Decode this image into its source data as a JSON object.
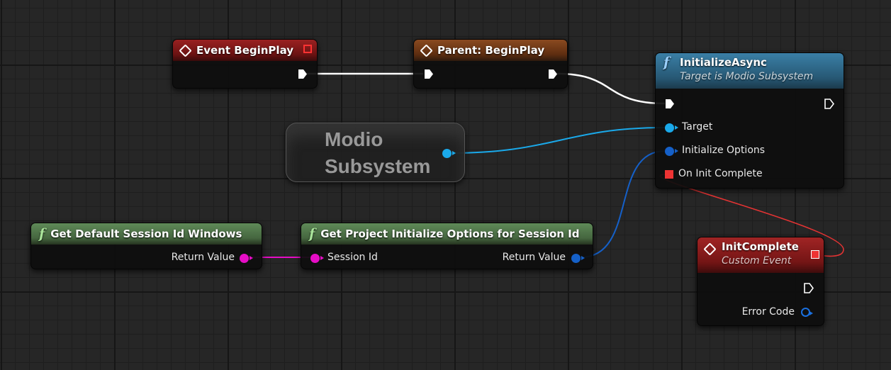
{
  "nodes": {
    "event_begin_play": {
      "title": "Event BeginPlay"
    },
    "parent_begin_play": {
      "title": "Parent: BeginPlay"
    },
    "initialize_async": {
      "title": "InitializeAsync",
      "subtitle": "Target is Modio Subsystem",
      "pins": {
        "target": "Target",
        "initialize_options": "Initialize Options",
        "on_init_complete": "On Init Complete"
      }
    },
    "modio_subsystem": {
      "line1": "Modio",
      "line2": "Subsystem"
    },
    "get_default_session": {
      "title": "Get Default Session Id Windows",
      "return_value": "Return Value"
    },
    "get_project_options": {
      "title": "Get Project Initialize Options for Session Id",
      "session_id": "Session Id",
      "return_value": "Return Value"
    },
    "init_complete": {
      "title": "InitComplete",
      "subtitle": "Custom Event",
      "error_code": "Error Code"
    }
  },
  "colors": {
    "exec_wire": "#ffffff",
    "object_wire": "#1aa9ea",
    "struct_wire": "#1560c8",
    "string_wire": "#e60dc5",
    "delegate_wire": "#e33333"
  },
  "icons": {
    "event": "event-diamond-icon",
    "function": "function-f-icon",
    "exec": "exec-arrow-icon"
  }
}
